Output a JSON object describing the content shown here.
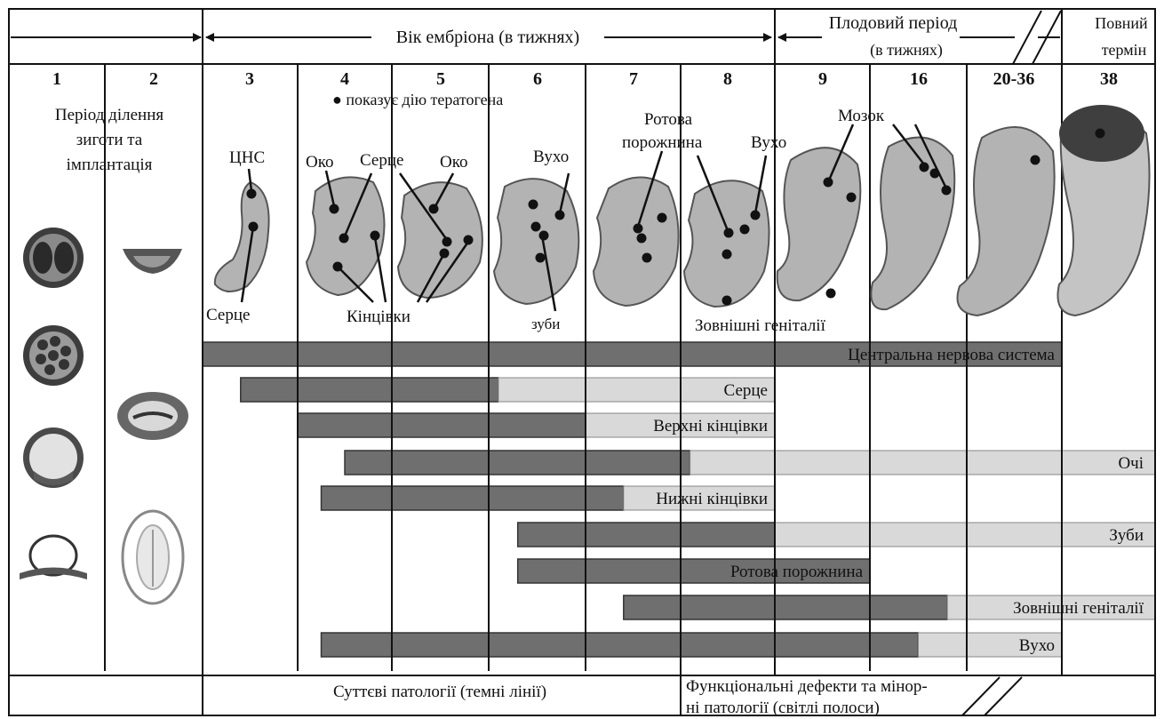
{
  "header": {
    "embryo_age": "Вік ембріона (в тижнях)",
    "fetal_period_line1": "Плодовий період",
    "fetal_period_line2": "(в тижнях)",
    "full_term_line1": "Повний",
    "full_term_line2": "термін"
  },
  "weeks": [
    "1",
    "2",
    "3",
    "4",
    "5",
    "6",
    "7",
    "8",
    "9",
    "16",
    "20-36",
    "38"
  ],
  "early_period": {
    "line1": "Період ділення",
    "line2": "зиготи та",
    "line3": "імплантація"
  },
  "legend_teratogen": "● показує дію тератогена",
  "labels": {
    "cns": "ЦНС",
    "heart_w3": "Серце",
    "eye_left": "Око",
    "heart_w4": "Серце",
    "eye_right": "Око",
    "limbs": "Кінцівки",
    "ear_w6": "Вухо",
    "teeth": "зуби",
    "oral_line1": "Ротова",
    "oral_line2": "порожнина",
    "ear_w8": "Вухо",
    "genitals": "Зовнішні геніталії",
    "brain": "Мозок"
  },
  "chart_data": {
    "type": "timeline",
    "columns": [
      "1",
      "2",
      "3",
      "4",
      "5",
      "6",
      "7",
      "8",
      "9",
      "16",
      "20-36",
      "38"
    ],
    "bars": [
      {
        "name": "Центральна нервова система",
        "dark": [
          3,
          12
        ],
        "light": null
      },
      {
        "name": "Серце",
        "dark": [
          3.4,
          6.1
        ],
        "light": [
          6.1,
          9
        ]
      },
      {
        "name": "Верхні кінцівки",
        "dark": [
          4,
          7
        ],
        "light": [
          7,
          9
        ]
      },
      {
        "name": "Очі",
        "dark": [
          4.5,
          8.1
        ],
        "light": [
          8.1,
          13
        ]
      },
      {
        "name": "Нижні кінцівки",
        "dark": [
          4.25,
          7.4
        ],
        "light": [
          7.4,
          9
        ]
      },
      {
        "name": "Зуби",
        "dark": [
          6.3,
          9
        ],
        "light": [
          9,
          13
        ]
      },
      {
        "name": "Ротова порожнина",
        "dark": [
          6.3,
          10
        ],
        "light": null
      },
      {
        "name": "Зовнішні геніталії",
        "dark": [
          7.4,
          10.8
        ],
        "light": [
          10.8,
          13
        ]
      },
      {
        "name": "Вухо",
        "dark": [
          4.25,
          10.5
        ],
        "light": [
          10.5,
          12
        ]
      }
    ]
  },
  "footer": {
    "major": "Суттєві патології (темні лінії)",
    "functional_line1": "Функціональні дефекти та мінор-",
    "functional_line2": "ні патології (світлі полоси)"
  },
  "colors": {
    "dark_bar": "#6f6f6f",
    "light_bar": "#d9d9d9",
    "embryo": "#b3b3b3",
    "grid": "#111111"
  }
}
